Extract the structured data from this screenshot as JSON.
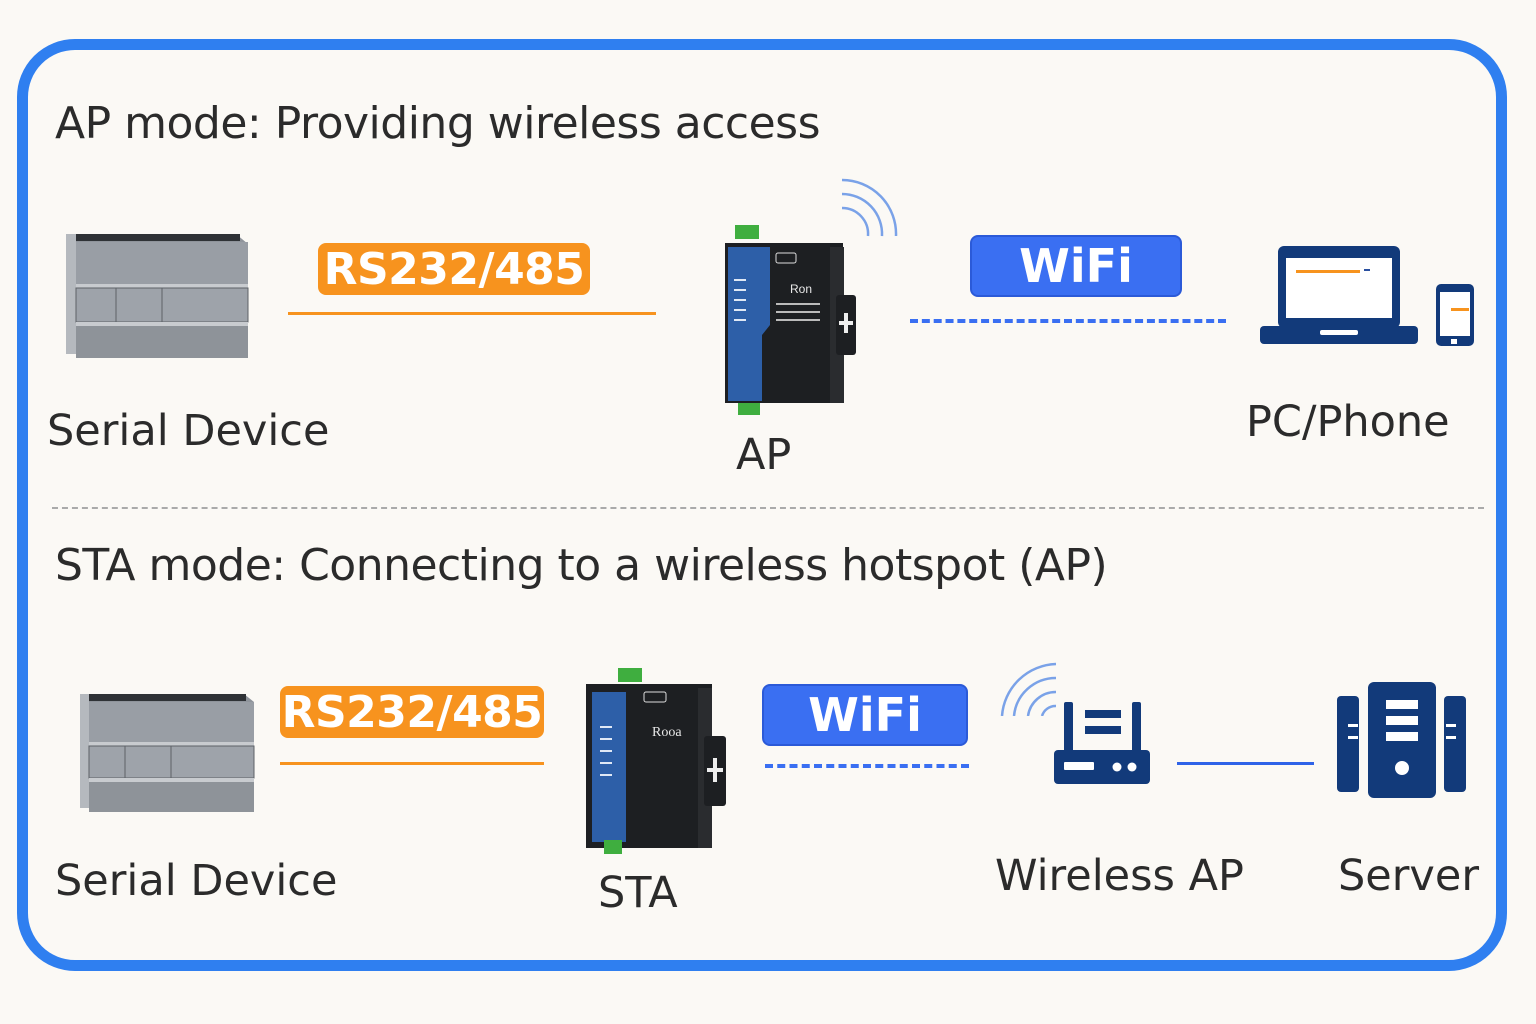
{
  "ap_section": {
    "title": "AP mode: Providing wireless access",
    "serial_device_label": "Serial Device",
    "rs_badge": "RS232/485",
    "device_label": "AP",
    "device_brand": "Ron",
    "wifi_badge": "WiFi",
    "client_label": "PC/Phone"
  },
  "sta_section": {
    "title": "STA mode: Connecting to a wireless hotspot (AP)",
    "serial_device_label": "Serial Device",
    "rs_badge": "RS232/485",
    "device_label": "STA",
    "device_brand": "Rooa",
    "wifi_badge": "WiFi",
    "router_label": "Wireless AP",
    "server_label": "Server"
  },
  "colors": {
    "frame": "#2f7ff0",
    "serial_link": "#f7931e",
    "wifi": "#3a6ff2",
    "icon_navy": "#123a7a"
  }
}
